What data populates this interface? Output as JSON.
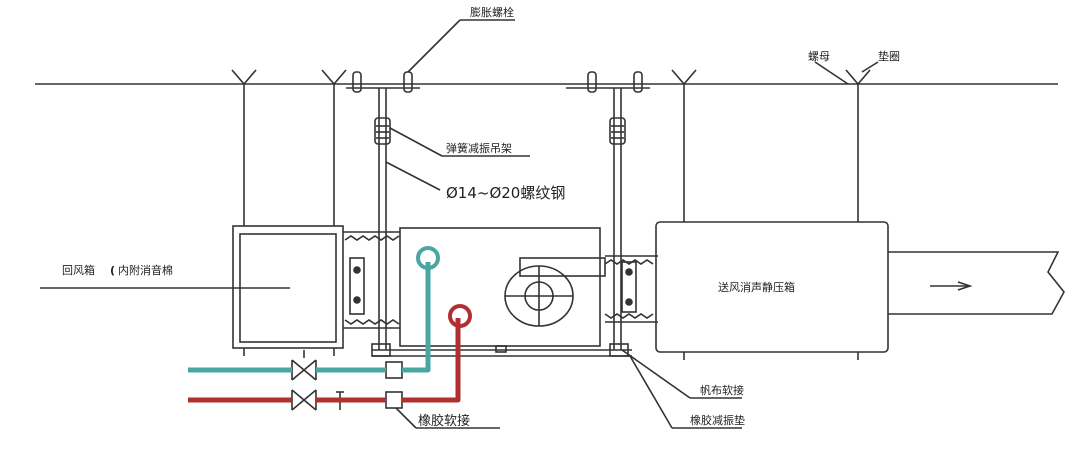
{
  "labels": {
    "expansion_bolt": "膨胀螺栓",
    "spring_hanger": "弹簧减振吊架",
    "threaded_rod": "Ø14~Ø20螺纹钢",
    "return_air_box": "回风箱",
    "return_air_box_note": "内附消音棉",
    "fan_muffler_box": "送风消声静压箱",
    "nut": "螺母",
    "washer": "垫圈",
    "canvas_joint": "帆布软接",
    "rubber_pad": "橡胶减振垫",
    "rubber_joint": "橡胶软接"
  },
  "colors": {
    "line": "#333333",
    "supply_pipe": "#4aa6a0",
    "return_pipe": "#b03030"
  }
}
